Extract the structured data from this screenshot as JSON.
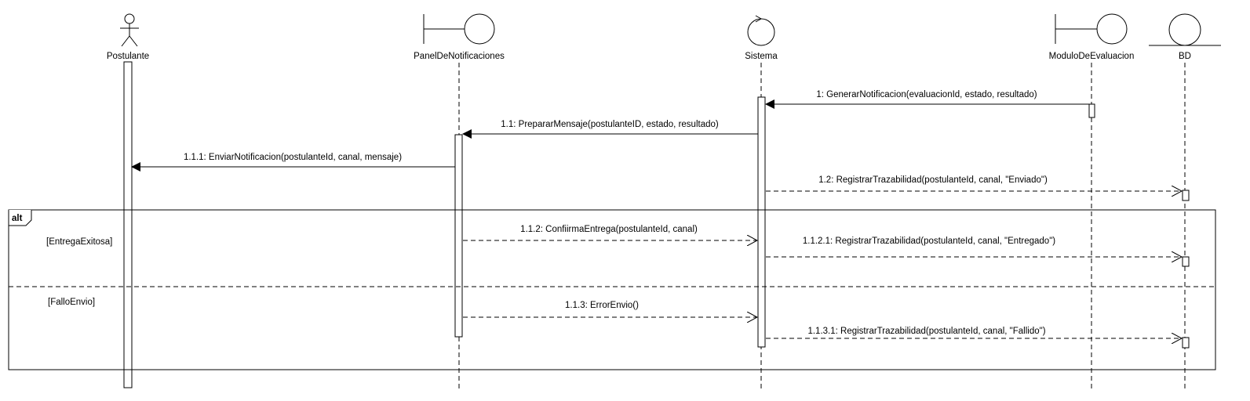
{
  "participants": {
    "postulante": "Postulante",
    "panel": "PanelDeNotificaciones",
    "sistema": "Sistema",
    "modulo": "ModuloDeEvaluacion",
    "bd": "BD"
  },
  "messages": {
    "m1": "1: GenerarNotificacion(evaluacionId, estado, resultado)",
    "m1_1": "1.1: PrepararMensaje(postulanteID, estado, resultado)",
    "m1_1_1": "1.1.1: EnviarNotificacion(postulanteId, canal, mensaje)",
    "m1_2": "1.2: RegistrarTrazabilidad(postulanteId, canal, \"Enviado\")",
    "m1_1_2": "1.1.2: ConfiirmaEntrega(postulanteId, canal)",
    "m1_1_2_1": "1.1.2.1: RegistrarTrazabilidad(postulanteId, canal, \"Entregado\")",
    "m1_1_3": "1.1.3: ErrorEnvio()",
    "m1_1_3_1": "1.1.3.1: RegistrarTrazabilidad(postulanteId, canal, \"Fallido\")"
  },
  "fragment": {
    "operator": "alt",
    "guard1": "[EntregaExitosa]",
    "guard2": "[FalloEnvio]"
  }
}
